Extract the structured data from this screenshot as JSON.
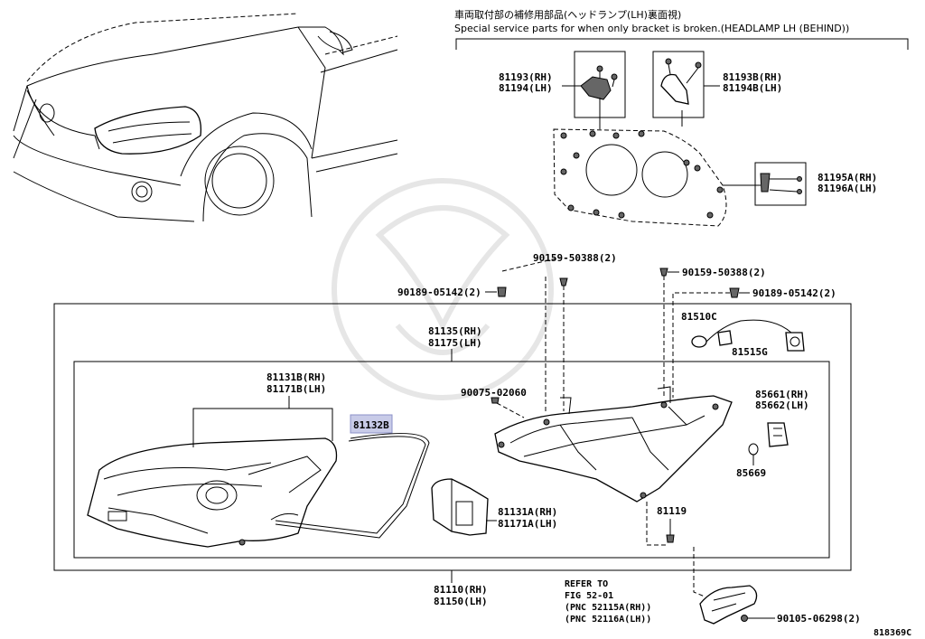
{
  "header": {
    "jp_title": "車両取付部の補修用部品(ヘッドランプ(LH)裏面視)",
    "en_title": "Special service parts for when only bracket is broken.(HEADLAMP LH (BEHIND))"
  },
  "labels": {
    "p81193_rh": "81193(RH)",
    "p81194_lh": "81194(LH)",
    "p81193b_rh": "81193B(RH)",
    "p81194b_lh": "81194B(LH)",
    "p81195a_rh": "81195A(RH)",
    "p81196a_lh": "81196A(LH)",
    "s90159_left": "90159-50388(2)",
    "s90159_right": "90159-50388(2)",
    "s90189_left": "90189-05142(2)",
    "s90189_right": "90189-05142(2)",
    "p81135_rh": "81135(RH)",
    "p81175_lh": "81175(LH)",
    "p81510c": "81510C",
    "p81515g": "81515G",
    "p81131b_rh": "81131B(RH)",
    "p81171b_lh": "81171B(LH)",
    "p81132b": "81132B",
    "s90075": "90075-02060",
    "p85661_rh": "85661(RH)",
    "p85662_lh": "85662(LH)",
    "p85669": "85669",
    "p81131a_rh": "81131A(RH)",
    "p81171a_lh": "81171A(LH)",
    "p81119": "81119",
    "p81110_rh": "81110(RH)",
    "p81150_lh": "81150(LH)",
    "refer_to": "REFER TO",
    "fig": "FIG 52-01",
    "pnc_rh": "(PNC 52115A(RH))",
    "pnc_lh": "(PNC 52116A(LH))",
    "s90105": "90105-06298(2)",
    "diagram_id": "818369C"
  },
  "highlight_color": "#c8cbe8"
}
